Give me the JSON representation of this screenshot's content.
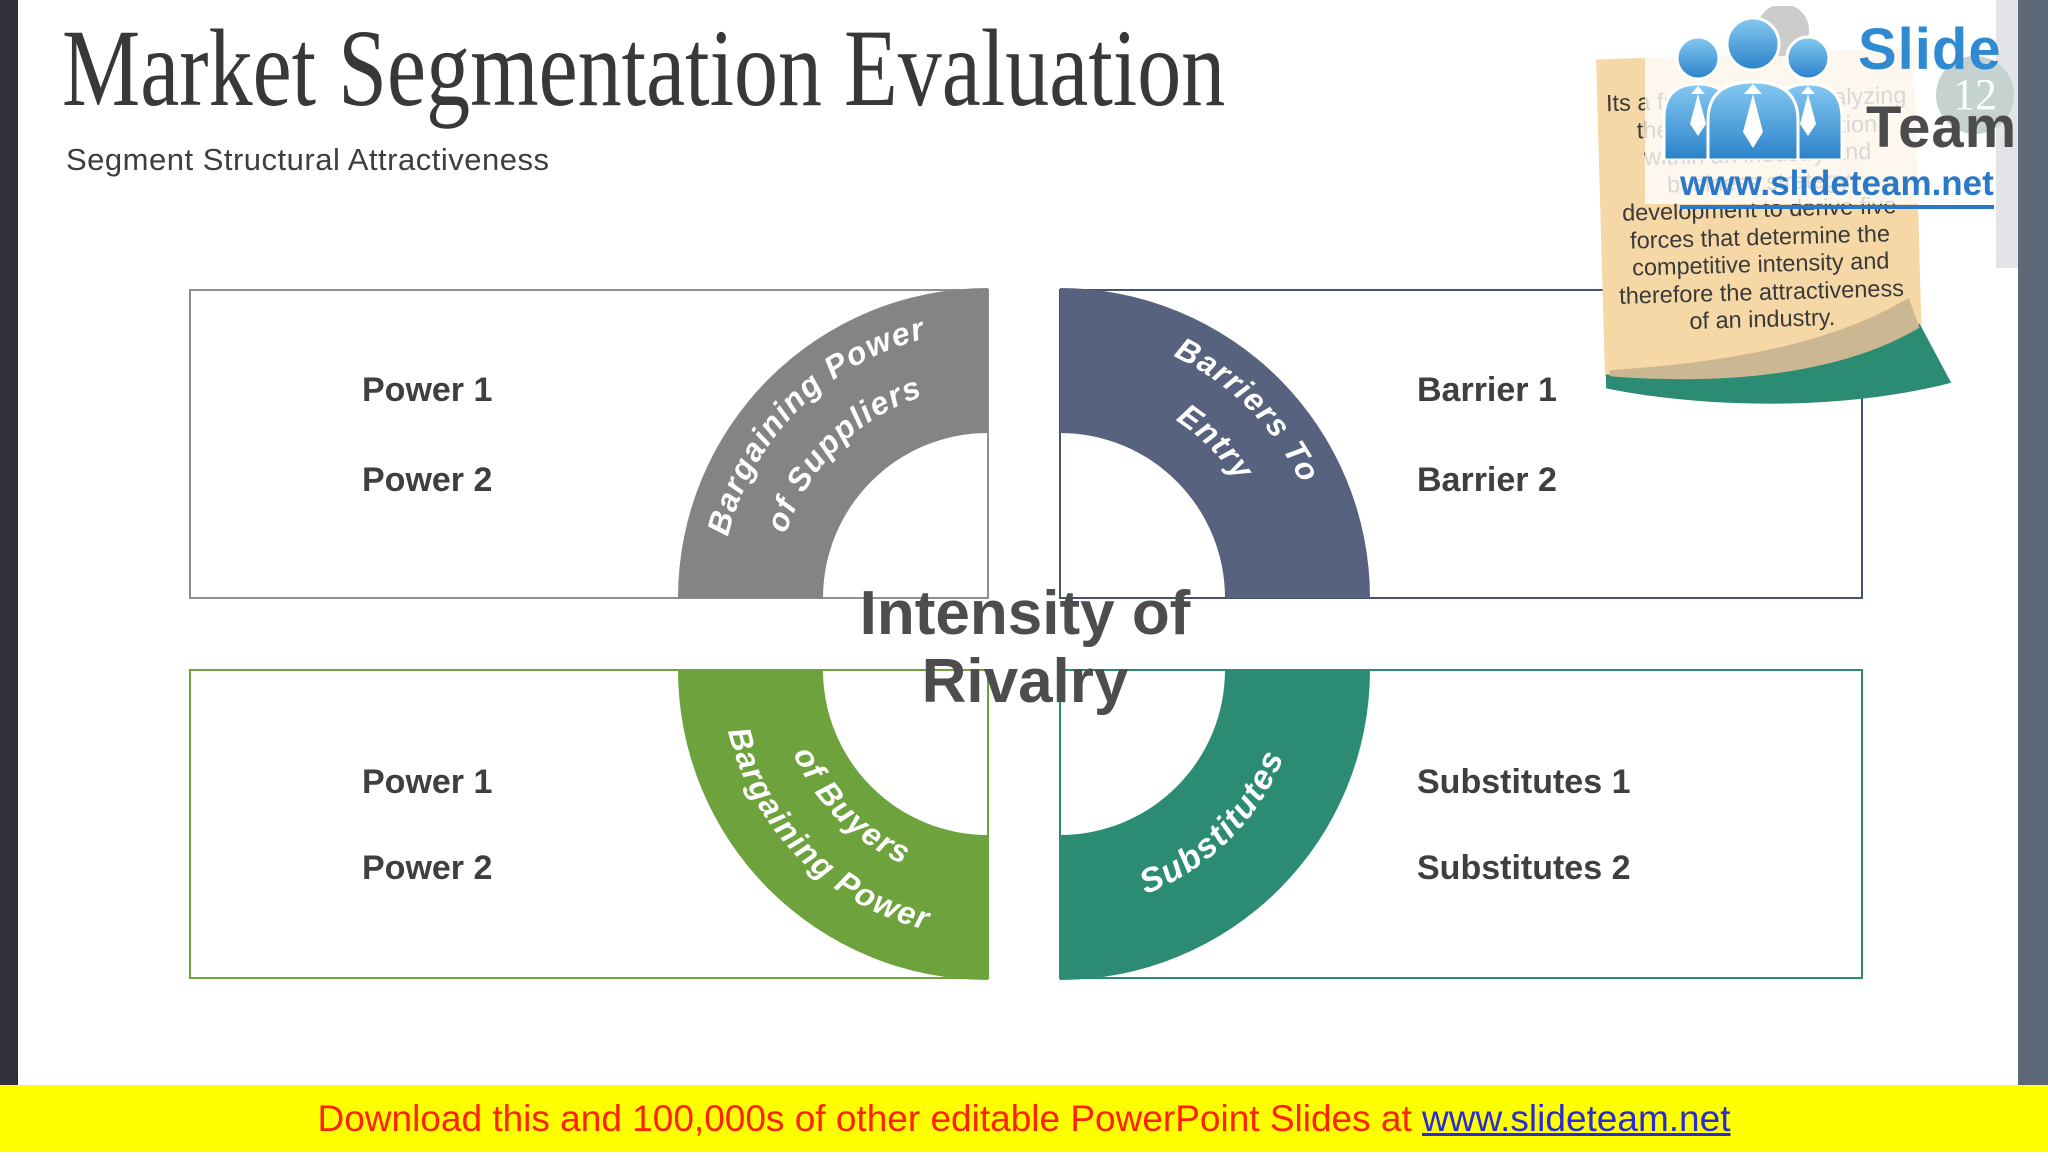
{
  "slide": {
    "title": "Market Segmentation Evaluation",
    "subtitle": "Segment Structural Attractiveness",
    "page_number": "12"
  },
  "diagram": {
    "center_label": "Intensity of\nRivalry",
    "quadrants": [
      {
        "name": "bargaining-power-of-suppliers",
        "arc_line1": "Bargaining Power",
        "arc_line2": "of Suppliers",
        "items": [
          "Power 1",
          "Power 2"
        ],
        "arc_color": "#848484",
        "border_color": "#8F8F8F"
      },
      {
        "name": "barriers-to-entry",
        "arc_line1": "Barriers To",
        "arc_line2": "Entry",
        "items": [
          "Barrier 1",
          "Barrier 2"
        ],
        "arc_color": "#57637E",
        "border_color": "#44546A"
      },
      {
        "name": "bargaining-power-of-buyers",
        "arc_line1": "Bargaining Power",
        "arc_line2": "of Buyers",
        "items": [
          "Power 1",
          "Power 2"
        ],
        "arc_color": "#6EA23D",
        "border_color": "#6EA23D"
      },
      {
        "name": "substitutes",
        "arc_line1": "Substitutes",
        "items": [
          "Substitutes 1",
          "Substitutes 2"
        ],
        "arc_color": "#2B8C73",
        "border_color": "#2B8C73"
      }
    ]
  },
  "sticky_note": {
    "text": "Its a framework for analyzing\nthe level of competition\nwithin an industry and\nbusiness strategy\ndevelopment to derive five\nforces that determine the\ncompetitive intensity and\ntherefore the attractiveness\nof an industry."
  },
  "logo": {
    "brand_line1": "Slide",
    "brand_line2": "Team",
    "url": "www.slideteam.net"
  },
  "footer": {
    "message": "Download this and 100,000s of other editable PowerPoint Slides at ",
    "link_text": "www.slideteam.net"
  },
  "colors": {
    "accent_gray": "#848484",
    "accent_slate": "#57637E",
    "accent_green": "#6EA23D",
    "accent_teal": "#2B8C73",
    "footer_bg": "#FFFF00",
    "footer_text": "#FF2000",
    "footer_link": "#2B2BD2",
    "note_bg": "#F6D8A6",
    "note_fold": "#2B8C73",
    "left_bar": "#30303C",
    "right_bar": "#5D6879",
    "page_circle": "#C5D2D0",
    "logo_blue": "#2F8AD2",
    "logo_gray": "#4C4C4C"
  }
}
